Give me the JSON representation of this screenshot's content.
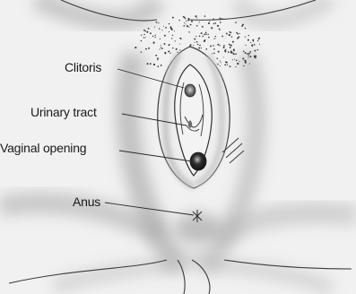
{
  "labels": {
    "clitoris": "Clitoris",
    "urinary_tract": "Urinary tract",
    "vaginal_opening": "Vaginal opening",
    "anus": "Anus"
  },
  "colors": {
    "background": "#ffffff",
    "skin_light": "#f2f2f2",
    "shade": "#9a9a9a",
    "line": "#3a3a3a",
    "opening": "#2a2a2a"
  }
}
